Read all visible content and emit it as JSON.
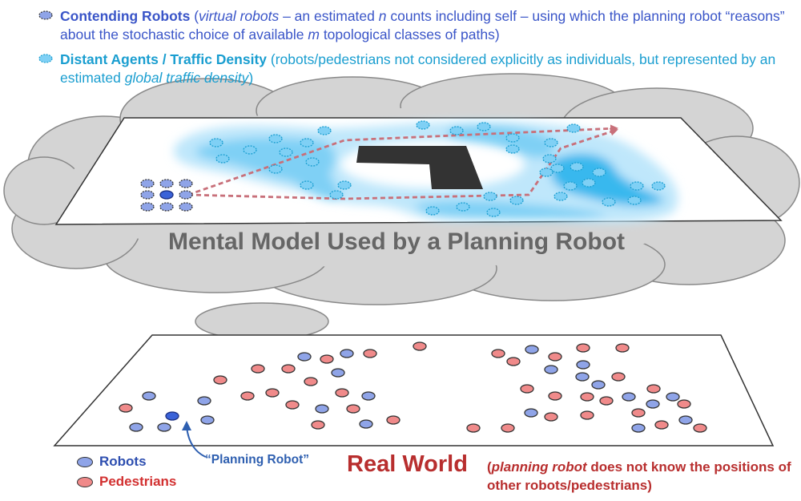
{
  "legend": {
    "contending": {
      "title": "Contending Robots",
      "p1": " (",
      "italic1": "virtual robots",
      "p2": " – an estimated ",
      "italic2": "n",
      "p3": " counts including self – using which the planning robot “reasons” about the stochastic choice of available ",
      "italic3": "m",
      "p4": " topological classes of paths)"
    },
    "distant": {
      "title": "Distant Agents / Traffic Density",
      "p1": " (robots/pedestrians not considered explicitly as individuals, but represented by an estimated ",
      "italic1": "global traffic density",
      "p2": ")"
    }
  },
  "mental_model": {
    "title": "Mental Model Used by a Planning Robot"
  },
  "real_world": {
    "title": "Real World",
    "note_open": "(",
    "note_italic": "planning robot",
    "note_rest": " does not know the positions of other robots/pedestrians)"
  },
  "labels": {
    "planning_robot": "“Planning Robot”",
    "robots": "Robots",
    "pedestrians": "Pedestrians"
  },
  "colors": {
    "robot_fill": "#8fa4e8",
    "planning_robot_fill": "#3a62d8",
    "pedestrian_fill": "#f08a8a",
    "density_light": "#bfe7fb",
    "density_mid": "#7fd0f5",
    "density_dark": "#39b8ee",
    "path": "#c8707a",
    "obstacle": "#333333",
    "cloud": "#d4d4d4"
  }
}
